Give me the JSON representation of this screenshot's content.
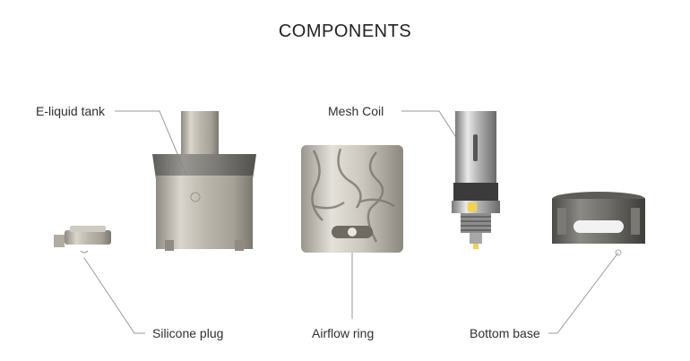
{
  "title": "COMPONENTS",
  "labels": {
    "tank": "E-liquid tank",
    "coil": "Mesh Coil",
    "plug": "Silicone plug",
    "ring": "Airflow ring",
    "base": "Bottom base"
  }
}
